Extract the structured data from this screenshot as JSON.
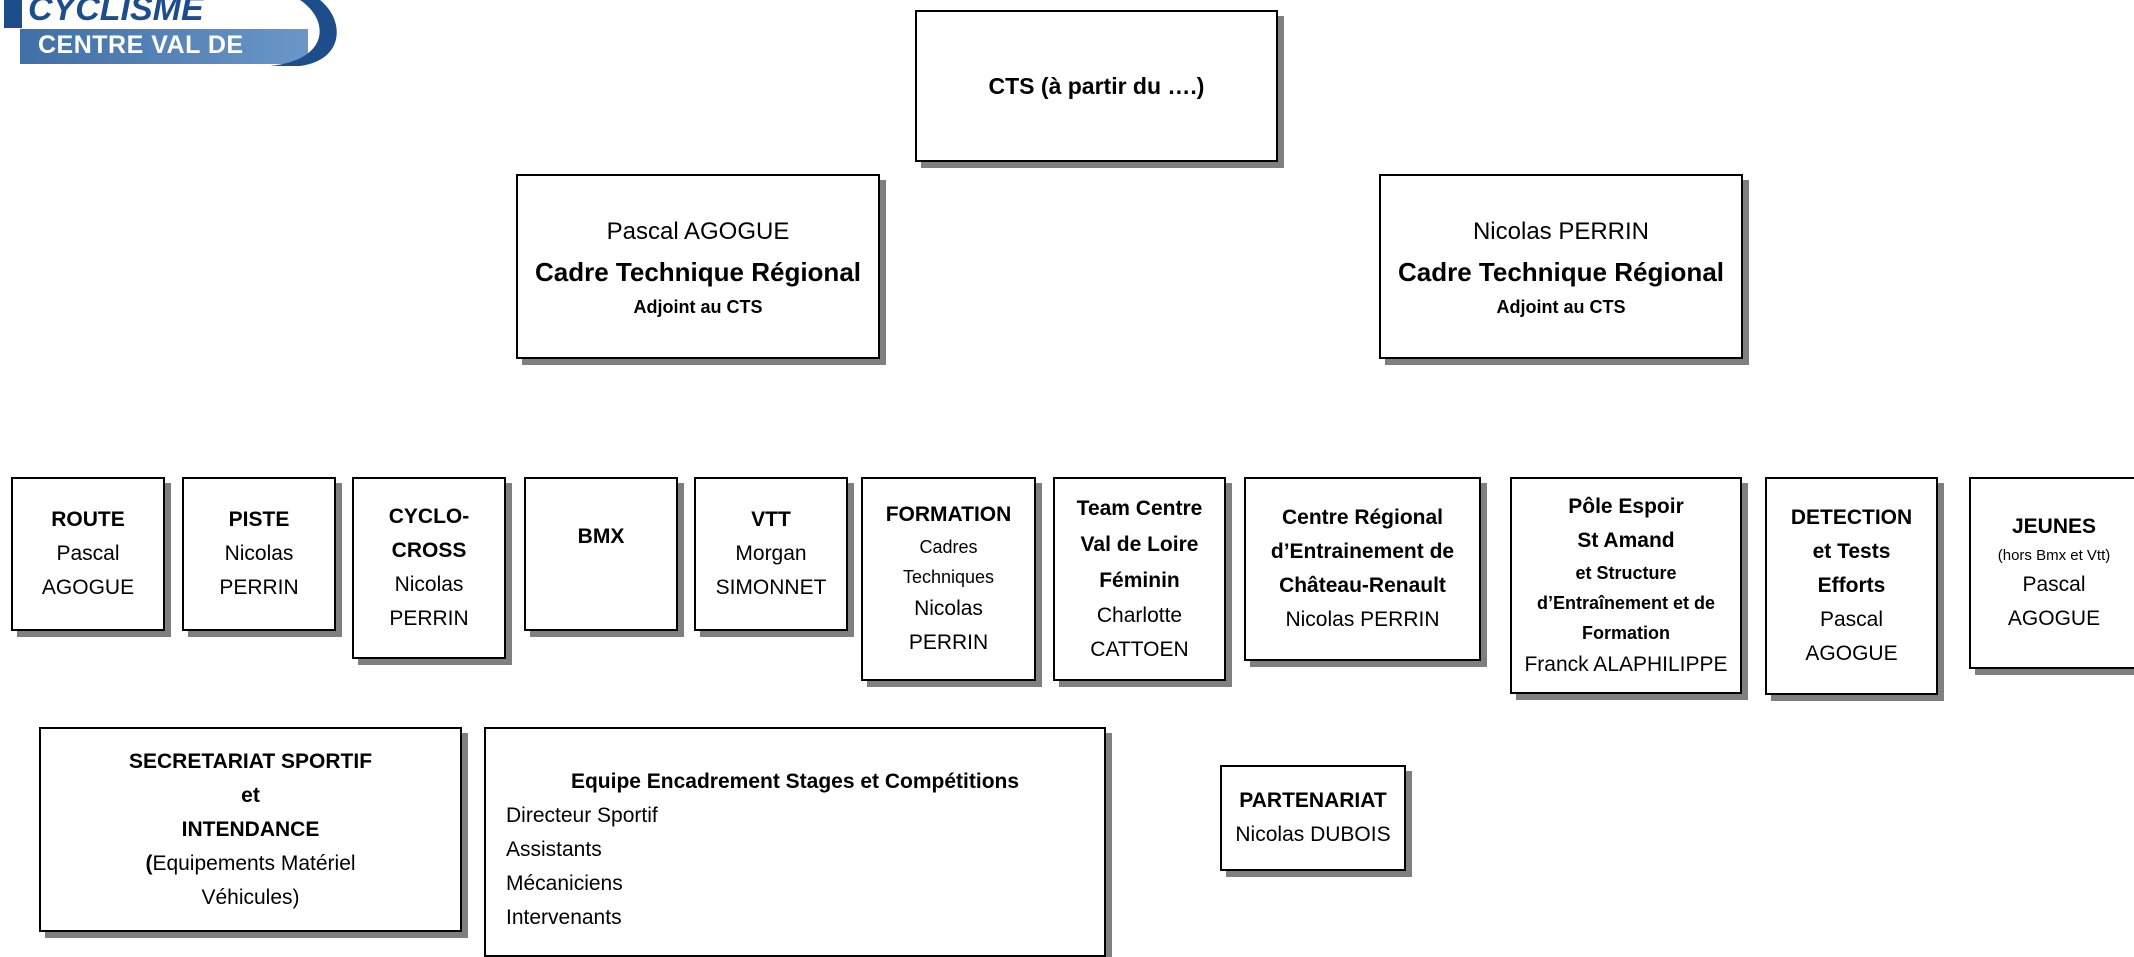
{
  "logo": {
    "word": "CYCLISME",
    "banner": "CENTRE VAL DE LOIRE"
  },
  "cts": {
    "title": "CTS (à partir du ….)"
  },
  "adjoints": [
    {
      "name": "Pascal AGOGUE",
      "role": "Cadre Technique Régional",
      "sub": "Adjoint au CTS"
    },
    {
      "name": "Nicolas PERRIN",
      "role": "Cadre Technique Régional",
      "sub": "Adjoint au CTS"
    }
  ],
  "units": {
    "route": {
      "title": "ROUTE",
      "l1": "Pascal",
      "l2": "AGOGUE"
    },
    "piste": {
      "title": "PISTE",
      "l1": "Nicolas",
      "l2": "PERRIN"
    },
    "cyclo": {
      "t1": "CYCLO-",
      "t2": "CROSS",
      "l1": "Nicolas",
      "l2": "PERRIN"
    },
    "bmx": {
      "title": "BMX"
    },
    "vtt": {
      "title": "VTT",
      "l1": "Morgan",
      "l2": "SIMONNET"
    },
    "formation": {
      "title": "FORMATION",
      "s1": "Cadres",
      "s2": "Techniques",
      "l1": "Nicolas",
      "l2": "PERRIN"
    },
    "team": {
      "t1": "Team Centre",
      "t2": "Val de Loire",
      "t3": "Féminin",
      "l1": "Charlotte",
      "l2": "CATTOEN"
    },
    "centre": {
      "t1": "Centre Régional",
      "t2": "d’Entrainement de",
      "t3": "Château-Renault",
      "l1": "Nicolas PERRIN"
    },
    "pole": {
      "t1": "Pôle Espoir",
      "t2": "St Amand",
      "s1": "et Structure",
      "s2": "d’Entraînement et de",
      "s3": "Formation",
      "l1": "Franck ALAPHILIPPE"
    },
    "detection": {
      "t1": "DETECTION",
      "t2": "et Tests",
      "t3": "Efforts",
      "l1": "Pascal",
      "l2": "AGOGUE"
    },
    "jeunes": {
      "title": "JEUNES",
      "note": "(hors Bmx et Vtt)",
      "l1": "Pascal",
      "l2": "AGOGUE"
    }
  },
  "secretariat": {
    "t1": "SECRETARIAT SPORTIF",
    "t2": "et",
    "t3": "INTENDANCE",
    "paren": "(",
    "l1": "Equipements Matériel",
    "l2": "Véhicules)"
  },
  "equipe": {
    "title": "Equipe Encadrement Stages et Compétitions",
    "items": [
      "Directeur Sportif",
      "Assistants",
      "Mécaniciens",
      "Intervenants"
    ]
  },
  "partenariat": {
    "title": "PARTENARIAT",
    "name": "Nicolas DUBOIS"
  }
}
